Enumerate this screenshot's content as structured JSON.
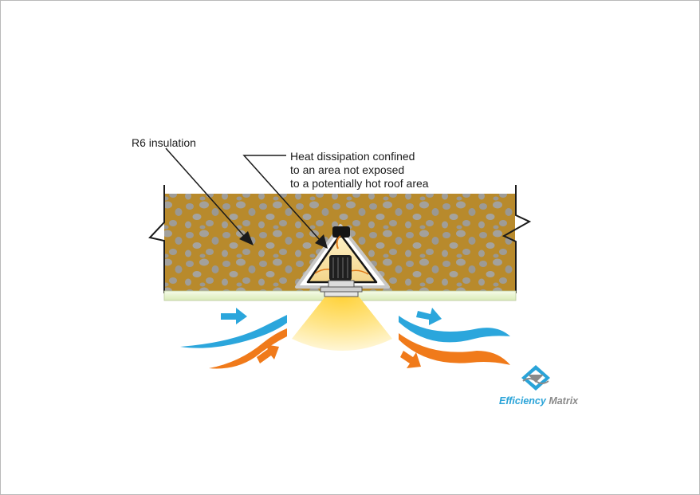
{
  "labels": {
    "insulation": "R6 insulation",
    "heat_line1": "Heat dissipation confined",
    "heat_line2": "to an area not exposed",
    "heat_line3": "to a potentially hot roof area"
  },
  "logo": {
    "word1": "Efficiency",
    "word2": "Matrix"
  },
  "colors": {
    "insulation": "#b88a2c",
    "speckle": "#9a9a9a",
    "cool_air": "#2ba6dc",
    "warm_air": "#f07a1a",
    "light_beam": "#ffc83a",
    "ceiling": "#e8f2d4",
    "logo_blue": "#29a3d8",
    "logo_grey": "#8a8a8a"
  }
}
